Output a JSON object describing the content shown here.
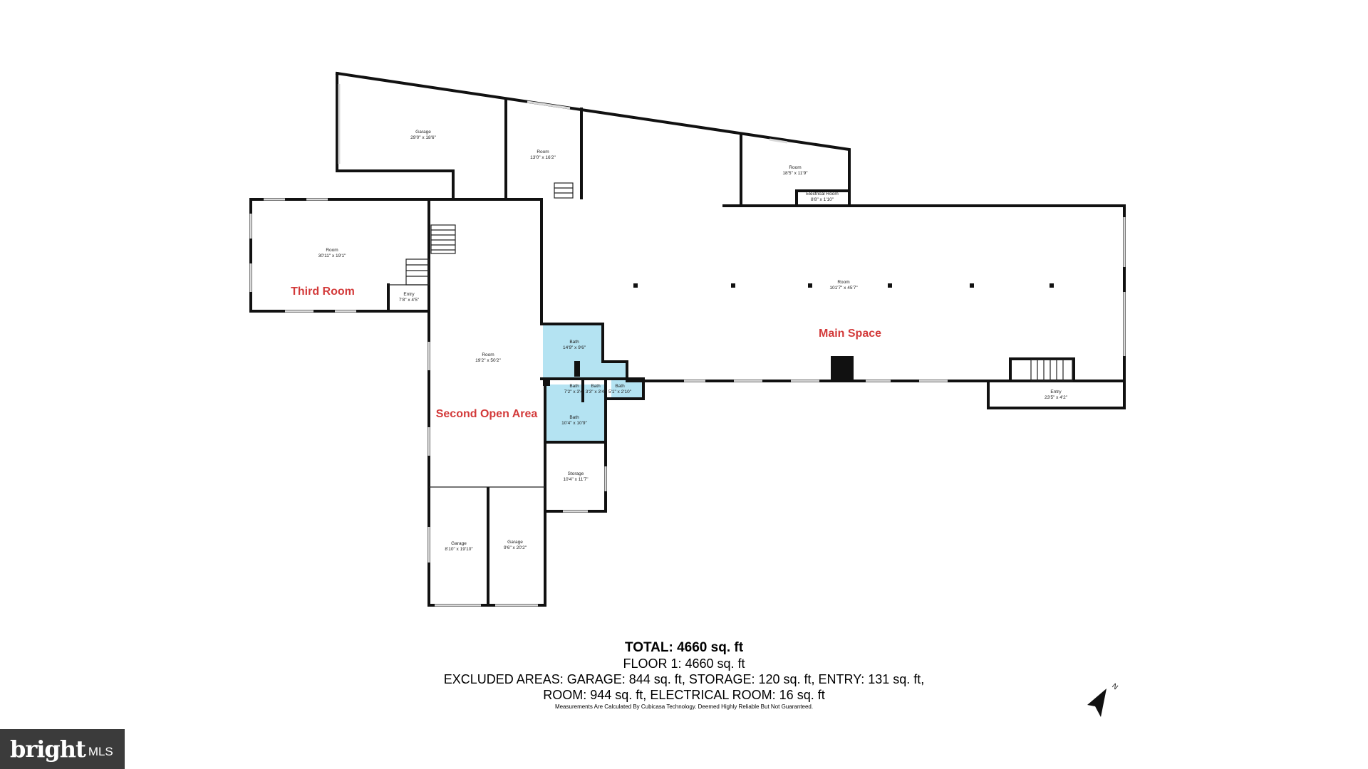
{
  "rooms": {
    "garage_top": {
      "name": "Garage",
      "dims": "29'0\" x 18'6\""
    },
    "room_top": {
      "name": "Room",
      "dims": "13'0\" x 16'2\""
    },
    "room_right_top": {
      "name": "Room",
      "dims": "18'5\" x 11'9\""
    },
    "electrical_room": {
      "name": "Electrical Room",
      "dims": "8'8\" x 1'10\""
    },
    "room_third": {
      "name": "Room",
      "dims": "30'11\" x 19'1\""
    },
    "entry_left": {
      "name": "Entry",
      "dims": "7'8\" x 4'5\""
    },
    "room_main": {
      "name": "Room",
      "dims": "101'7\" x 45'7\""
    },
    "room_center": {
      "name": "Room",
      "dims": "19'2\" x 50'2\""
    },
    "bath_1": {
      "name": "Bath",
      "dims": "14'9\" x 9'6\""
    },
    "bath_2": {
      "name": "Bath",
      "dims": "7'2\" x 3'4\""
    },
    "bath_3": {
      "name": "Bath",
      "dims": "3'3\" x 3'4\""
    },
    "bath_4": {
      "name": "Bath",
      "dims": "5'1\" x 2'10\""
    },
    "bath_5": {
      "name": "Bath",
      "dims": "10'4\" x 10'9\""
    },
    "storage": {
      "name": "Storage",
      "dims": "10'4\" x 11'7\""
    },
    "garage_left": {
      "name": "Garage",
      "dims": "8'10\" x 19'10\""
    },
    "garage_right": {
      "name": "Garage",
      "dims": "9'6\" x 20'2\""
    },
    "entry_right": {
      "name": "Entry",
      "dims": "23'5\" x 4'2\""
    }
  },
  "callouts": {
    "third_room": "Third Room",
    "main_space": "Main Space",
    "second_open_area": "Second Open Area"
  },
  "summary": {
    "total": "TOTAL: 4660 sq. ft",
    "floor1": "FLOOR 1: 4660 sq. ft",
    "excluded_1": "EXCLUDED AREAS: GARAGE: 844 sq. ft, STORAGE: 120 sq. ft, ENTRY: 131 sq. ft,",
    "excluded_2": "ROOM: 944 sq. ft, ELECTRICAL ROOM: 16 sq. ft",
    "disclaimer": "Measurements Are Calculated By Cubicasa Technology. Deemed Highly Reliable But Not Guaranteed."
  },
  "compass": {
    "label": "N"
  },
  "brand": {
    "name": "bright",
    "suffix": "MLS"
  },
  "colors": {
    "bath": "#b4e3f2",
    "callout": "#d33a3a",
    "brand_bg": "#3b3b3b"
  }
}
